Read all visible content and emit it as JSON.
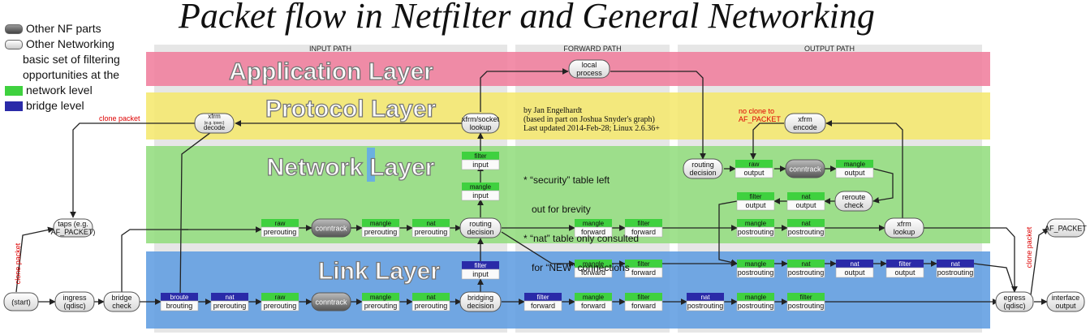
{
  "title": "Packet flow in Netfilter and General Networking",
  "legend": {
    "other_nf": "Other NF parts",
    "other_net": "Other Networking",
    "basic_set": [
      "basic set of filtering",
      "opportunities at the"
    ],
    "network_level": "network level",
    "bridge_level": "bridge level"
  },
  "paths": {
    "input": "INPUT PATH",
    "forward": "FORWARD PATH",
    "output": "OUTPUT PATH"
  },
  "layers": {
    "application": "Application Layer",
    "protocol": "Protocol Layer",
    "network": "Network Layer",
    "link": "Link Layer"
  },
  "credits": [
    "by Jan Engelhardt",
    "(based in part on Joshua Snyder's graph)",
    "Last updated 2014-Feb-28; Linux 2.6.36+"
  ],
  "notes": [
    "* “security” table left",
    "   out for brevity",
    "* “nat” table only consulted",
    "   for “NEW” connections"
  ],
  "labels": {
    "clone_packet": "clone packet",
    "no_clone": "no clone to",
    "af_packet": "AF_PACKET"
  },
  "colors": {
    "network": "#3fd13f",
    "bridge": "#2a2aa8",
    "app_band": "#f07a9a",
    "proto_band": "#f5e86a",
    "net_band": "#8fdc7a",
    "link_band": "#5a9ae0"
  },
  "nodes": {
    "local": [
      "local",
      "process"
    ],
    "xfrm_dec": [
      "xfrm",
      "(e.g. ipsec)",
      "decode"
    ],
    "xfrm_look": [
      "xfrm/socket",
      "lookup"
    ],
    "xfrm_enc": [
      "xfrm",
      "encode"
    ],
    "route_dec": [
      "routing",
      "decision"
    ],
    "taps": [
      "taps (e.g.",
      "AF_PACKET)"
    ],
    "start": [
      "(start)"
    ],
    "ingress": [
      "ingress",
      "(qdisc)"
    ],
    "bridge_check": [
      "bridge",
      "check"
    ],
    "conntrack": [
      "conntrack"
    ],
    "routing": [
      "routing",
      "decision"
    ],
    "bridging": [
      "bridging",
      "decision"
    ],
    "reroute": [
      "reroute",
      "check"
    ],
    "xfrm_lookup": [
      "xfrm",
      "lookup"
    ],
    "egress": [
      "egress",
      "(qdisc)"
    ],
    "iface_out": [
      "interface",
      "output"
    ],
    "af_packet": [
      "AF_PACKET"
    ]
  },
  "hooks": {
    "raw": "raw",
    "mangle": "mangle",
    "nat": "nat",
    "filter": "filter",
    "broute": "broute",
    "prerouting": "prerouting",
    "input": "input",
    "forward": "forward",
    "output": "output",
    "postrouting": "postrouting",
    "brouting": "brouting"
  }
}
